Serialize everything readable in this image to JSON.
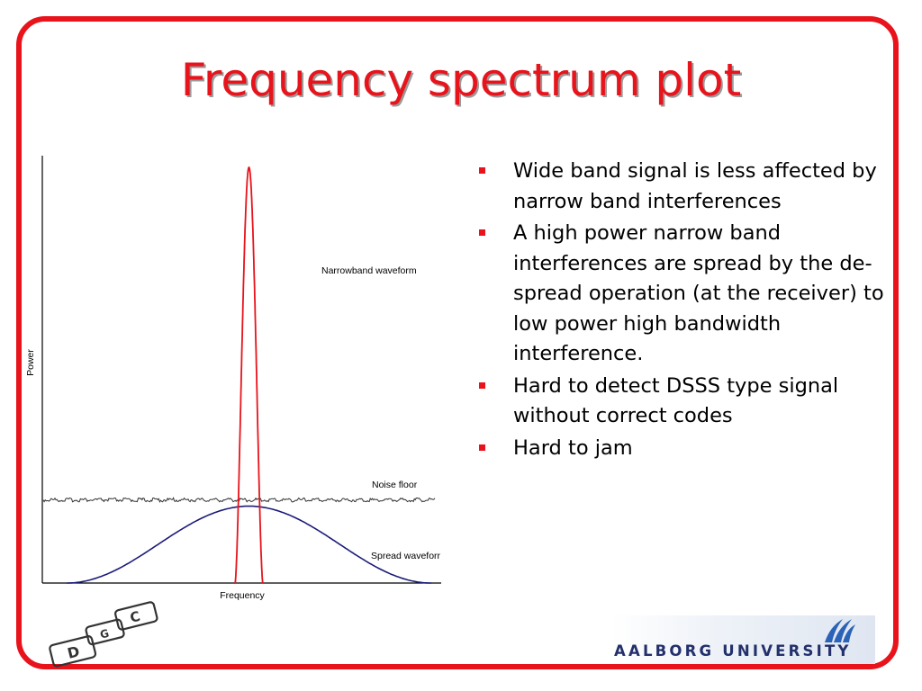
{
  "slide": {
    "title": "Frequency spectrum plot",
    "accent_color": "#e8131b",
    "bullets": [
      "Wide band signal is less affected by narrow band interferences",
      "A high power narrow band interferences are spread by the de-spread operation (at the receiver) to low power high bandwidth interference.",
      "Hard to detect DSSS type signal without correct codes",
      "Hard to jam"
    ]
  },
  "chart_data": {
    "type": "line",
    "xlabel": "Frequency",
    "ylabel": "Power",
    "grid": false,
    "legend": "inline-labels",
    "series": [
      {
        "name": "Narrowband waveform",
        "color": "#e8131b",
        "shape": "narrow-peak",
        "center": 0.5,
        "peak": 1.0
      },
      {
        "name": "Noise floor",
        "color": "#333333",
        "shape": "flat-noise",
        "level": 0.2
      },
      {
        "name": "Spread waveform",
        "color": "#1c1c7a",
        "shape": "wide-bell",
        "center": 0.5,
        "peak": 0.185
      }
    ],
    "labels": {
      "narrowband": "Narrowband waveform",
      "noise": "Noise floor",
      "spread": "Spread waveforr"
    }
  },
  "logos": {
    "left_icon": "dgc-logo",
    "left_letters": [
      "D",
      "G",
      "C"
    ],
    "right_word_1": "AALBORG",
    "right_word_2": "UNIVERSITY",
    "right_icon": "aau-waves-icon"
  }
}
